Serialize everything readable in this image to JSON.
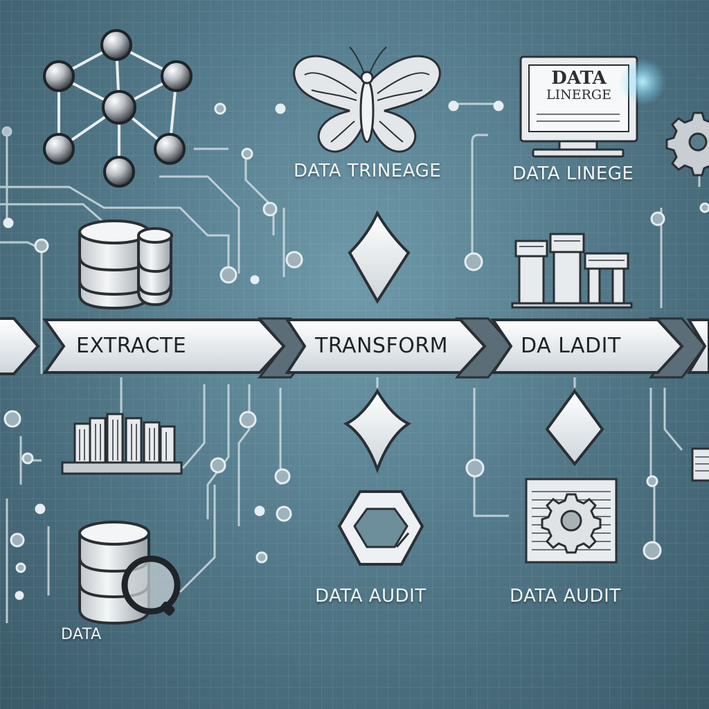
{
  "labels": {
    "butterfly": "DATA TRINEAGE",
    "monitor": "DATA LINEGE",
    "monitor_screen_line1": "DATA",
    "monitor_screen_line2": "LINERGE",
    "audit_middle": "DATA AUDIT",
    "audit_right": "DATA AUDIT",
    "db_bottom": "DATA"
  },
  "flow": {
    "steps": [
      {
        "label": "EXTRACTE"
      },
      {
        "label": "TRANSFORM"
      },
      {
        "label": "DA LADIT"
      }
    ]
  },
  "colors": {
    "background": "#4f7585",
    "arrow_fill": "#eef2f4",
    "outline": "#2a2f34",
    "node_fill": "#c9ced2",
    "text_light": "#f2f6f8"
  },
  "icons": [
    "network-graph-icon",
    "butterfly-icon",
    "monitor-icon",
    "gear-icon",
    "database-icon",
    "down-arrow-icon",
    "bar-chart-icon",
    "up-down-arrow-icon",
    "diamond-icon",
    "columns-icon",
    "hexagon-icon",
    "document-gear-icon",
    "database-search-icon"
  ]
}
